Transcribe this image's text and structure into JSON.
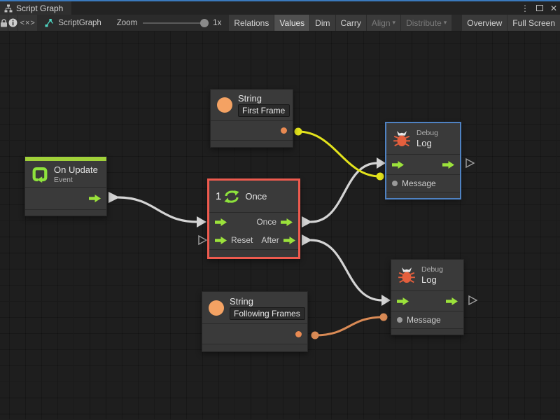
{
  "window": {
    "tab_title": "Script Graph",
    "menu_glyph": "⋮",
    "close_glyph": "✕"
  },
  "toolbar": {
    "code_glyph": "<×>",
    "graph_name": "ScriptGraph",
    "zoom_label": "Zoom",
    "zoom_value": "1x",
    "dropdown_arrow": "▾",
    "buttons": [
      {
        "label": "Relations"
      },
      {
        "label": "Values"
      },
      {
        "label": "Dim"
      },
      {
        "label": "Carry"
      },
      {
        "label": "Align"
      },
      {
        "label": "Distribute"
      },
      {
        "label": "Overview"
      },
      {
        "label": "Full Screen"
      }
    ]
  },
  "graph": {
    "nodes": {
      "on_update": {
        "title": "On Update",
        "subtitle": "Event"
      },
      "string_first": {
        "title": "String",
        "value": "First Frame"
      },
      "string_following": {
        "title": "String",
        "value": "Following Frames"
      },
      "once": {
        "badge": "1",
        "title": "Once",
        "input_reset": "Reset",
        "output_once": "Once",
        "output_after": "After"
      },
      "debug_log_top": {
        "category": "Debug",
        "title": "Log",
        "port": "Message"
      },
      "debug_log_bottom": {
        "category": "Debug",
        "title": "Log",
        "port": "Message"
      }
    },
    "edges": [
      {
        "from": "on_update.flow_out",
        "to": "once.flow_in",
        "color": "#d4d4d4"
      },
      {
        "from": "once.output_once",
        "to": "debug_log_top.flow_in",
        "color": "#d4d4d4"
      },
      {
        "from": "once.output_after",
        "to": "debug_log_bottom.flow_in",
        "color": "#d4d4d4"
      },
      {
        "from": "string_first.out",
        "to": "debug_log_top.message",
        "color": "#e3e31c"
      },
      {
        "from": "string_following.out",
        "to": "debug_log_bottom.message",
        "color": "#d98a55"
      }
    ],
    "colors": {
      "flow_green": "#9be23b",
      "event_bar_green": "#a0d139",
      "string_orange": "#f4a263",
      "selection_red": "#ee5a4e",
      "focus_blue": "#4f82c2",
      "wire_white": "#d4d4d4",
      "wire_yellow": "#e3e31c",
      "wire_orange": "#d98a55"
    }
  }
}
